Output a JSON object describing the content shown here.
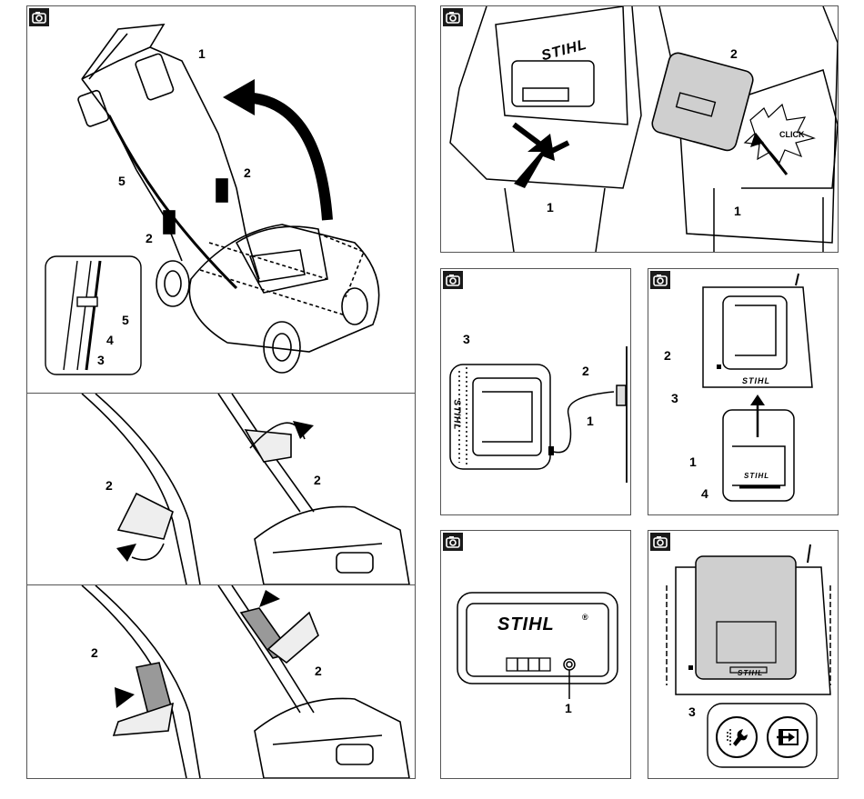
{
  "icons": {
    "camera": "camera-icon",
    "wrench": "wrench-icon",
    "arrow_box": "arrow-into-box-icon"
  },
  "colors": {
    "ink": "#000000",
    "frame": "#555555",
    "battery_grey": "#cfcfcf"
  },
  "panel_mower": {
    "callouts": [
      "1",
      "2",
      "2",
      "5"
    ],
    "inset_callouts": [
      "5",
      "4",
      "3"
    ]
  },
  "panel_lever_open": {
    "callouts": [
      "2",
      "2"
    ]
  },
  "panel_lever_closed": {
    "callouts": [
      "2",
      "2"
    ]
  },
  "panel_battery_insert": {
    "brand": "STIHL",
    "click_label": "CLICK",
    "callouts": [
      "1",
      "2",
      "1"
    ]
  },
  "panel_charger_plug": {
    "brand": "STIHL",
    "callouts": [
      "3",
      "2",
      "1"
    ]
  },
  "panel_charger_battery": {
    "brand": "STIHL",
    "brand_battery": "STIHL",
    "callouts": [
      "2",
      "3",
      "1",
      "4"
    ]
  },
  "panel_battery_button": {
    "brand": "STIHL",
    "registered": "®",
    "callouts": [
      "1"
    ]
  },
  "panel_charger_docked": {
    "brand": "STIHL",
    "callouts": [
      "3"
    ]
  }
}
